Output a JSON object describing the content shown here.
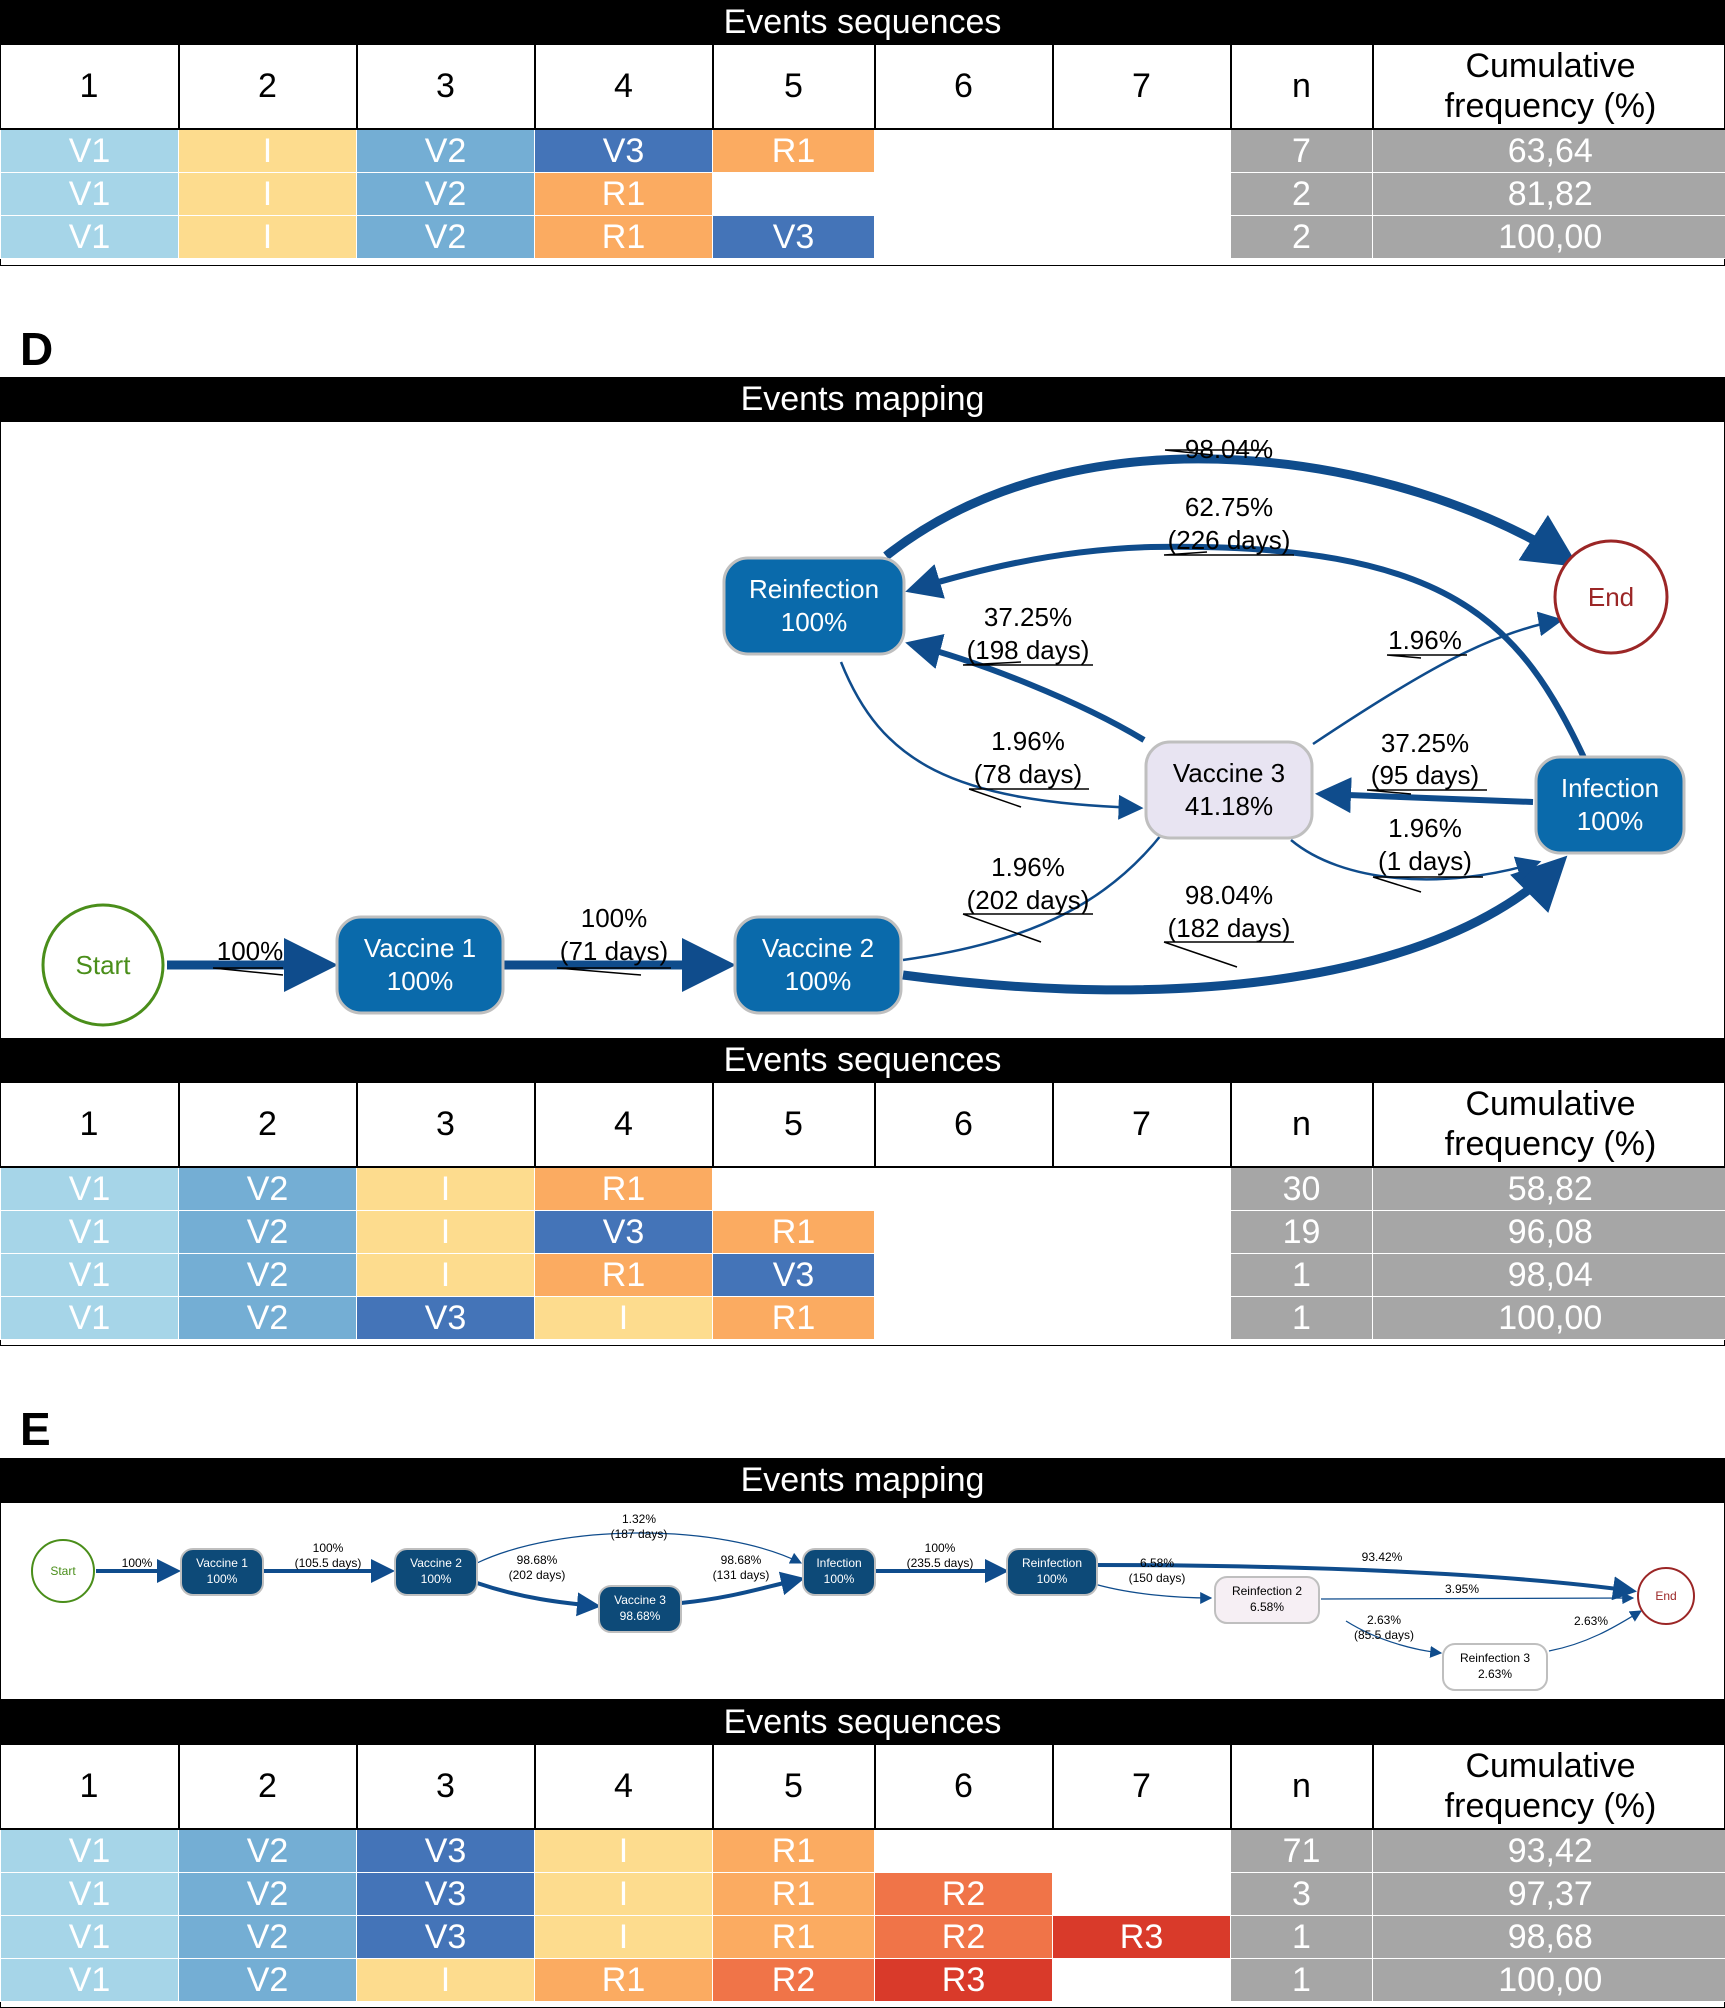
{
  "colors": {
    "V1": "#a6d5e8",
    "V2": "#74aed4",
    "V3": "#4474b8",
    "I": "#fddc8e",
    "R1": "#fbab61",
    "R2": "#f07448",
    "R3": "#d93a2a",
    "n": "#a6a6a6",
    "freq": "#a6a6a6",
    "node": "#0a6aab",
    "node_light": "#e8e4f2",
    "edge": "#0f4c8c",
    "start": "#4a8e1a",
    "end": "#9b2626"
  },
  "headers": [
    "1",
    "2",
    "3",
    "4",
    "5",
    "6",
    "7",
    "n",
    "Cumulative frequency (%)"
  ],
  "panel_c": {
    "sequences_title": "Events sequences",
    "rows": [
      {
        "events": [
          "V1",
          "I",
          "V2",
          "V3",
          "R1",
          "",
          ""
        ],
        "n": "7",
        "freq": "63,64"
      },
      {
        "events": [
          "V1",
          "I",
          "V2",
          "R1",
          "",
          "",
          ""
        ],
        "n": "2",
        "freq": "81,82"
      },
      {
        "events": [
          "V1",
          "I",
          "V2",
          "R1",
          "V3",
          "",
          ""
        ],
        "n": "2",
        "freq": "100,00"
      }
    ]
  },
  "panel_d": {
    "letter": "D",
    "mapping_title": "Events mapping",
    "sequences_title": "Events sequences",
    "nodes": {
      "start": "Start",
      "v1": [
        "Vaccine 1",
        "100%"
      ],
      "v2": [
        "Vaccine 2",
        "100%"
      ],
      "v3": [
        "Vaccine 3",
        "41.18%"
      ],
      "reinf": [
        "Reinfection",
        "100%"
      ],
      "inf": [
        "Infection",
        "100%"
      ],
      "end": "End"
    },
    "edges": {
      "start_v1": [
        "100%"
      ],
      "v1_v2": [
        "100%",
        "(71 days)"
      ],
      "v2_v3": [
        "1.96%",
        "(202 days)"
      ],
      "v2_inf": [
        "98.04%",
        "(182 days)"
      ],
      "reinf_end": [
        "98.04%"
      ],
      "inf_reinf": [
        "62.75%",
        "(226 days)"
      ],
      "v3_reinf": [
        "37.25%",
        "(198 days)"
      ],
      "reinf_v3": [
        "1.96%",
        "(78 days)"
      ],
      "v3_end": [
        "1.96%"
      ],
      "inf_v3": [
        "37.25%",
        "(95 days)"
      ],
      "v3_inf": [
        "1.96%",
        "(1 days)"
      ]
    },
    "rows": [
      {
        "events": [
          "V1",
          "V2",
          "I",
          "R1",
          "",
          "",
          ""
        ],
        "n": "30",
        "freq": "58,82"
      },
      {
        "events": [
          "V1",
          "V2",
          "I",
          "V3",
          "R1",
          "",
          ""
        ],
        "n": "19",
        "freq": "96,08"
      },
      {
        "events": [
          "V1",
          "V2",
          "I",
          "R1",
          "V3",
          "",
          ""
        ],
        "n": "1",
        "freq": "98,04"
      },
      {
        "events": [
          "V1",
          "V2",
          "V3",
          "I",
          "R1",
          "",
          ""
        ],
        "n": "1",
        "freq": "100,00"
      }
    ]
  },
  "panel_e": {
    "letter": "E",
    "mapping_title": "Events mapping",
    "sequences_title": "Events sequences",
    "nodes": {
      "start": "Start",
      "v1": [
        "Vaccine 1",
        "100%"
      ],
      "v2": [
        "Vaccine 2",
        "100%"
      ],
      "v3": [
        "Vaccine 3",
        "98.68%"
      ],
      "inf": [
        "Infection",
        "100%"
      ],
      "reinf": [
        "Reinfection",
        "100%"
      ],
      "reinf2": [
        "Reinfection 2",
        "6.58%"
      ],
      "reinf3": [
        "Reinfection 3",
        "2.63%"
      ],
      "end": "End"
    },
    "edges": {
      "start_v1": [
        "100%"
      ],
      "v1_v2": [
        "100%",
        "(105.5 days)"
      ],
      "v2_inf": [
        "1.32%",
        "(187 days)"
      ],
      "v2_v3": [
        "98.68%",
        "(202 days)"
      ],
      "v3_inf": [
        "98.68%",
        "(131 days)"
      ],
      "inf_reinf": [
        "100%",
        "(235.5 days)"
      ],
      "reinf_end": [
        "93.42%"
      ],
      "reinf_reinf2": [
        "6.58%",
        "(150 days)"
      ],
      "reinf2_end": [
        "3.95%"
      ],
      "reinf2_reinf3": [
        "2.63%",
        "(85.5 days)"
      ],
      "reinf3_end": [
        "2.63%"
      ]
    },
    "rows": [
      {
        "events": [
          "V1",
          "V2",
          "V3",
          "I",
          "R1",
          "",
          ""
        ],
        "n": "71",
        "freq": "93,42"
      },
      {
        "events": [
          "V1",
          "V2",
          "V3",
          "I",
          "R1",
          "R2",
          ""
        ],
        "n": "3",
        "freq": "97,37"
      },
      {
        "events": [
          "V1",
          "V2",
          "V3",
          "I",
          "R1",
          "R2",
          "R3"
        ],
        "n": "1",
        "freq": "98,68"
      },
      {
        "events": [
          "V1",
          "V2",
          "I",
          "R1",
          "R2",
          "R3",
          ""
        ],
        "n": "1",
        "freq": "100,00"
      }
    ]
  }
}
